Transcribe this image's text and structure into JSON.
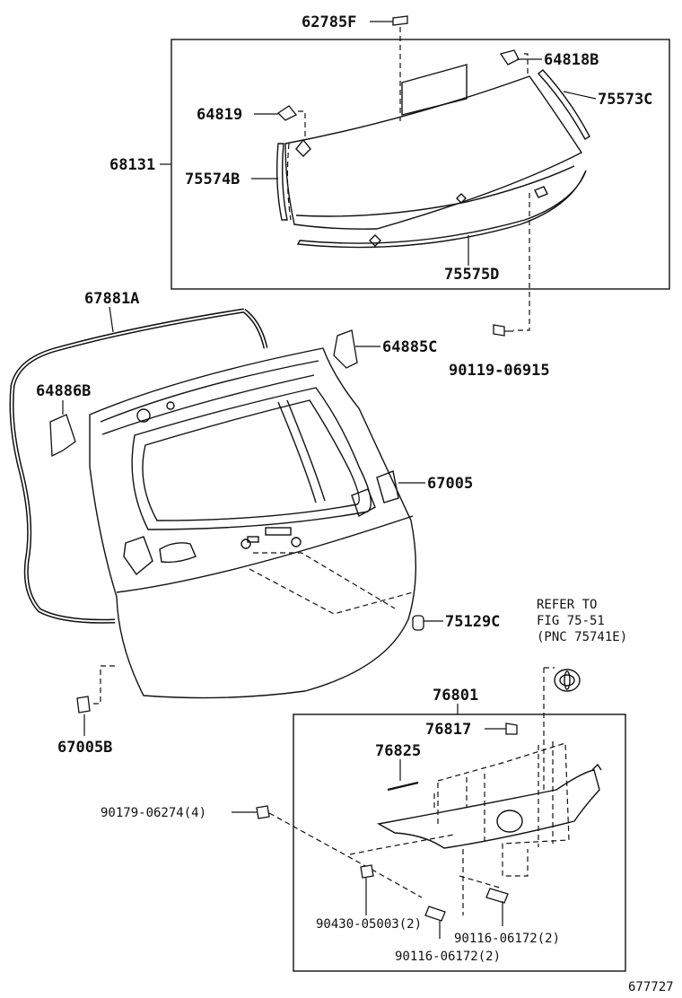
{
  "diagram_id": "677727",
  "parts": {
    "p62785F": "62785F",
    "p64818B": "64818B",
    "p75573C": "75573C",
    "p64819": "64819",
    "p68131": "68131",
    "p75574B": "75574B",
    "p75575D": "75575D",
    "p67881A": "67881A",
    "p64885C": "64885C",
    "p90119_06915": "90119-06915",
    "p64886B": "64886B",
    "p67005": "67005",
    "p75129C": "75129C",
    "p67005B": "67005B",
    "p76801": "76801",
    "p76817": "76817",
    "p76825": "76825",
    "p90179_06274": "90179-06274(4)",
    "p90430_05003": "90430-05003(2)",
    "p90116_06172_a": "90116-06172(2)",
    "p90116_06172_b": "90116-06172(2)"
  },
  "reference": {
    "line1": "REFER TO",
    "line2": "FIG 75-51",
    "line3": "(PNC 75741E)"
  }
}
